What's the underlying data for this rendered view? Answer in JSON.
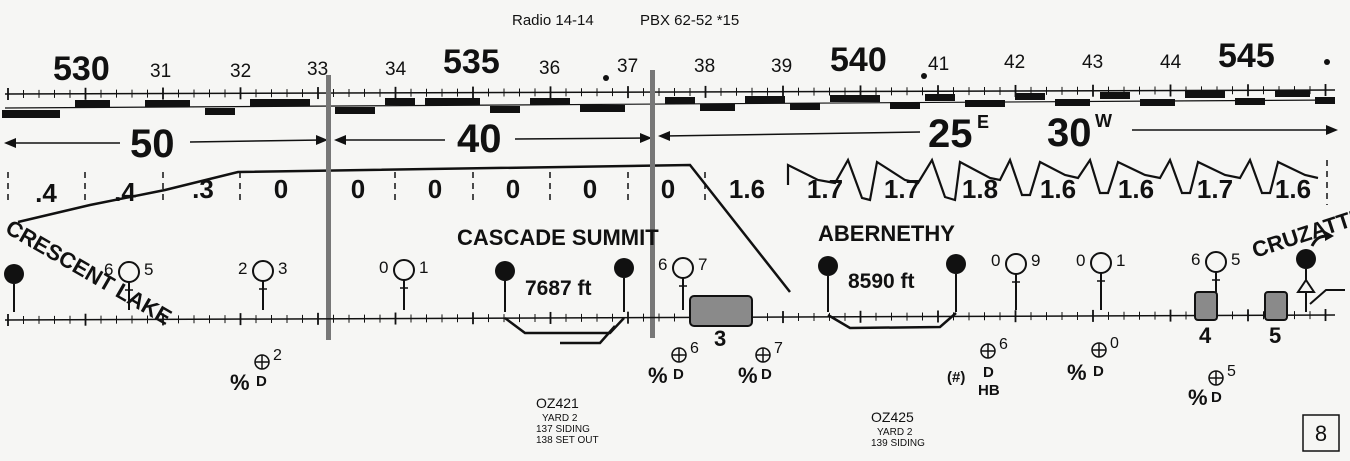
{
  "header": {
    "radio": "Radio 14-14",
    "pbx": "PBX 62-52 *15"
  },
  "mileposts": {
    "major": [
      {
        "label": "530",
        "value": 530
      },
      {
        "label": "535",
        "value": 535
      },
      {
        "label": "540",
        "value": 540
      },
      {
        "label": "545",
        "value": 545
      }
    ],
    "minor": [
      {
        "label": "31",
        "value": 531
      },
      {
        "label": "32",
        "value": 532
      },
      {
        "label": "33",
        "value": 533
      },
      {
        "label": "34",
        "value": 534
      },
      {
        "label": "36",
        "value": 536
      },
      {
        "label": "37",
        "value": 537
      },
      {
        "label": "38",
        "value": 538
      },
      {
        "label": "39",
        "value": 539
      },
      {
        "label": "41",
        "value": 541
      },
      {
        "label": "42",
        "value": 542
      },
      {
        "label": "43",
        "value": 543
      },
      {
        "label": "44",
        "value": 544
      }
    ]
  },
  "speeds": {
    "s50": "50",
    "s40": "40",
    "s25": "25",
    "s25_sup": "E",
    "s30": "30",
    "s30_sup": "W"
  },
  "grades": [
    ".4",
    ".4",
    ".3",
    "0",
    "0",
    "0",
    "0",
    "0",
    "0",
    "1.6",
    "1.7",
    "1.7",
    "1.8",
    "1.6",
    "1.6",
    "1.7",
    "1.6"
  ],
  "stations": {
    "crescent_lake": "CRESCENT LAKE",
    "cascade_summit": "CASCADE SUMMIT",
    "cascade_elev": "7687 ft",
    "abernethy": "ABERNETHY",
    "abernethy_elev": "8590 ft",
    "cruzatte": "CRUZATTE"
  },
  "signals": [
    {
      "left": "6",
      "right": "5"
    },
    {
      "left": "2",
      "right": "3"
    },
    {
      "left": "0",
      "right": "1"
    },
    {
      "left": "6",
      "right": "7"
    },
    {
      "left": "0",
      "right": "9"
    },
    {
      "left": "0",
      "right": "1"
    },
    {
      "left": "6",
      "right": "5"
    }
  ],
  "tracks": {
    "t3": "3",
    "t4": "4",
    "t5": "5"
  },
  "detectors": [
    {
      "pct": "%",
      "num": "2",
      "sub": "D"
    },
    {
      "pct": "%",
      "num": "6",
      "sub": "D"
    },
    {
      "pct": "%",
      "num": "7",
      "sub": "D"
    },
    {
      "pct": "(#)",
      "num": "6",
      "sub": "D",
      "sub2": "HB"
    },
    {
      "pct": "%",
      "num": "0",
      "sub": "D"
    },
    {
      "pct": "%",
      "num": "5",
      "sub": "D"
    }
  ],
  "yards": [
    {
      "code": "OZ421",
      "lines": [
        "YARD 2",
        "137  SIDING",
        "138  SET OUT"
      ]
    },
    {
      "code": "OZ425",
      "lines": [
        "YARD 2",
        "139  SIDING"
      ]
    }
  ],
  "page_number": "8"
}
